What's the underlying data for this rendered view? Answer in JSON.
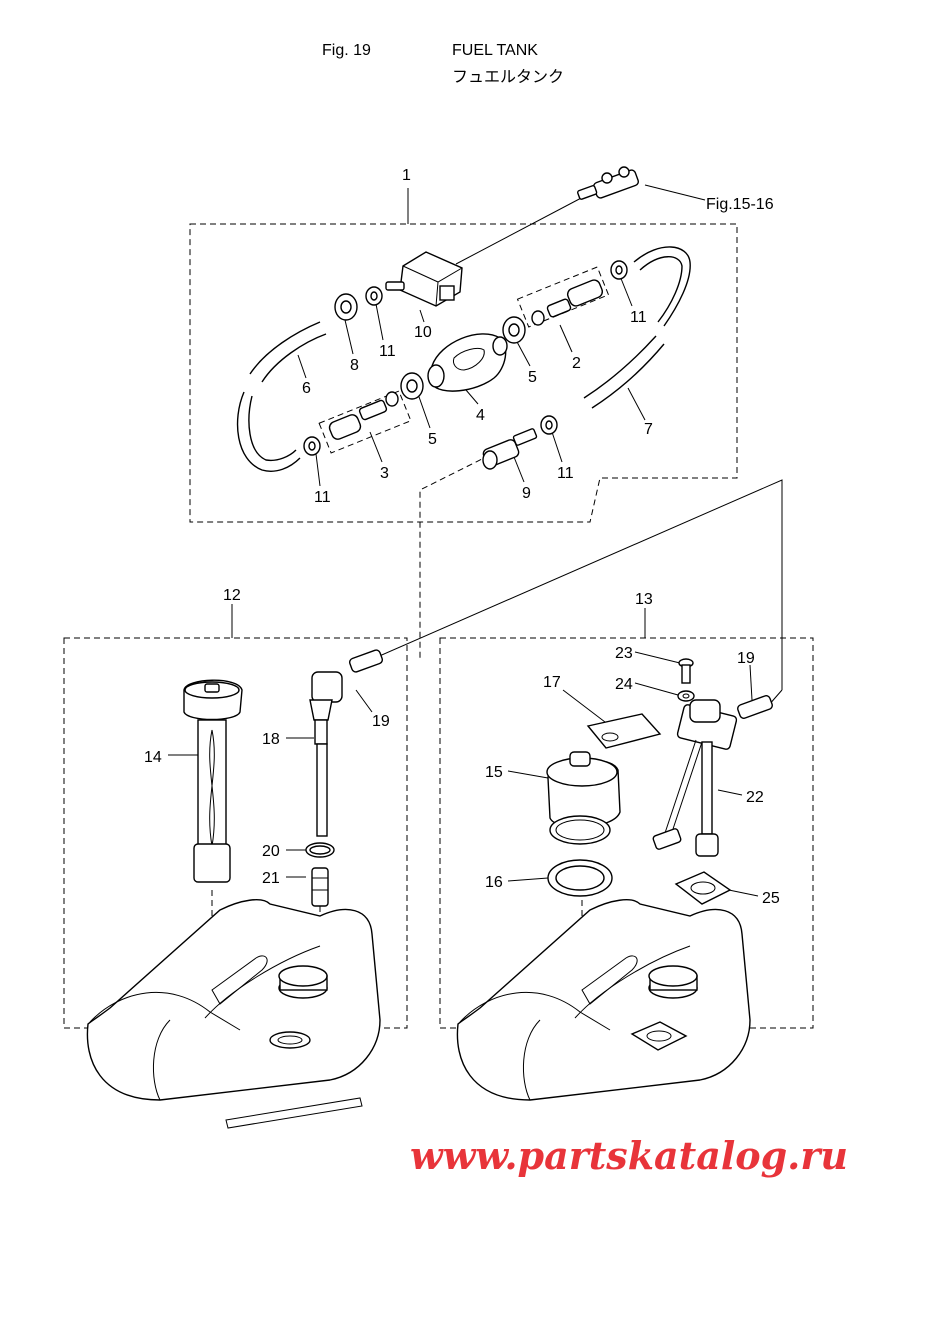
{
  "header": {
    "fig_label": "Fig. 19",
    "title_en": "FUEL TANK",
    "title_jp": "フュエルタンク"
  },
  "callouts": {
    "ref_fig": "Fig.15-16",
    "p1": "1",
    "p2": "2",
    "p3": "3",
    "p4": "4",
    "p5a": "5",
    "p5b": "5",
    "p6": "6",
    "p7": "7",
    "p8": "8",
    "p9": "9",
    "p10": "10",
    "p11a": "11",
    "p11b": "11",
    "p11c": "11",
    "p11d": "11",
    "p12": "12",
    "p13": "13",
    "p14": "14",
    "p15": "15",
    "p16": "16",
    "p17": "17",
    "p18": "18",
    "p19a": "19",
    "p19b": "19",
    "p20": "20",
    "p21": "21",
    "p22": "22",
    "p23": "23",
    "p24": "24",
    "p25": "25"
  },
  "watermark": "www.partskatalog.ru"
}
